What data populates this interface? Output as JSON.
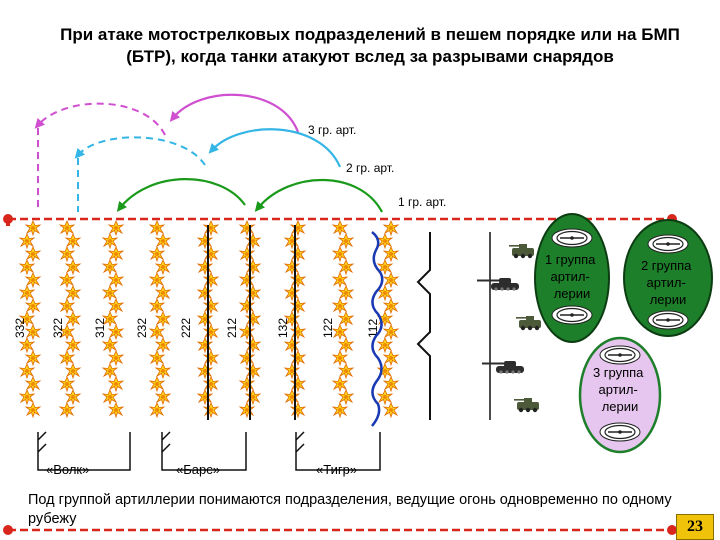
{
  "title": "При атаке мотострелковых подразделений в пешем порядке или на БМП (БТР), когда танки атакуют вслед за разрывами снарядов",
  "artillery_arcs": [
    {
      "label": "3 гр. арт.",
      "color": "#d04fd0"
    },
    {
      "label": "2 гр. арт.",
      "color": "#33b5e5"
    },
    {
      "label": "1 гр. арт.",
      "color": "#1a9a1a"
    }
  ],
  "lines": [
    "332",
    "322",
    "312",
    "232",
    "222",
    "212",
    "132",
    "122",
    "112"
  ],
  "units": [
    "«Волк»",
    "«Барс»",
    "«Тигр»"
  ],
  "groups": [
    {
      "number": "1",
      "text": "группа артил- лерии",
      "fill": "#1e7f2a"
    },
    {
      "number": "2",
      "text": "группа артил- лерии",
      "fill": "#1e7f2a"
    },
    {
      "number": "3",
      "text": "группа артил- лерии",
      "fill": "#e6c6ee"
    }
  ],
  "footnote": "Под группой артиллерии понимаются подразделения, ведущие огонь одновременно по одному рубежу",
  "page_number": "23",
  "colors": {
    "boundary": "#d9261c",
    "burst_yellow": "#ffd21e",
    "burst_orange": "#f08a00"
  },
  "icons": [
    "tank-icon",
    "ifv-icon",
    "artillery-symbol-icon"
  ]
}
